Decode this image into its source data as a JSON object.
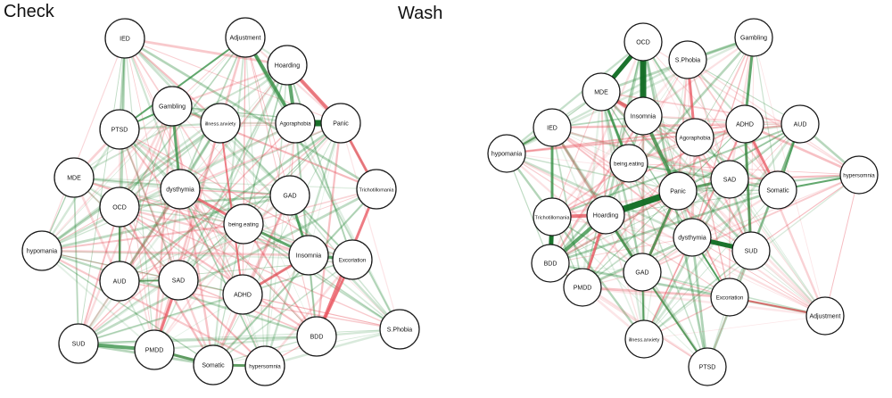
{
  "titles": {
    "check": "Check",
    "wash": "Wash"
  },
  "colors": {
    "positive": "#2e8b3e",
    "negative": "#e8505b",
    "node_fill": "#ffffff",
    "node_stroke": "#1a1a1a"
  },
  "networks": {
    "check": {
      "nodes": [
        "IED",
        "Adjustment",
        "Hoarding",
        "Gambling",
        "illness.anxiety",
        "Agoraphobia",
        "Panic",
        "PTSD",
        "MDE",
        "dysthymia",
        "Trichotillomania",
        "GAD",
        "OCD",
        "being.eating",
        "hypomania",
        "Insomnia",
        "Excoriation",
        "AUD",
        "SAD",
        "ADHD",
        "S.Phobia",
        "SUD",
        "PMDD",
        "BDD",
        "Somatic",
        "hypersomnia"
      ],
      "strong_edges": [
        {
          "a": "Agoraphobia",
          "b": "Panic",
          "sign": "pos",
          "w": 7
        },
        {
          "a": "Adjustment",
          "b": "Agoraphobia",
          "sign": "pos",
          "w": 4
        },
        {
          "a": "Hoarding",
          "b": "Agoraphobia",
          "sign": "pos",
          "w": 4
        },
        {
          "a": "Hoarding",
          "b": "Panic",
          "sign": "neg",
          "w": 4
        },
        {
          "a": "Panic",
          "b": "Trichotillomania",
          "sign": "neg",
          "w": 3
        },
        {
          "a": "Gambling",
          "b": "dysthymia",
          "sign": "pos",
          "w": 3
        },
        {
          "a": "PTSD",
          "b": "Gambling",
          "sign": "pos",
          "w": 2
        },
        {
          "a": "GAD",
          "b": "Insomnia",
          "sign": "pos",
          "w": 3
        },
        {
          "a": "being.eating",
          "b": "Insomnia",
          "sign": "pos",
          "w": 3
        },
        {
          "a": "SUD",
          "b": "PMDD",
          "sign": "pos",
          "w": 4
        },
        {
          "a": "PMDD",
          "b": "Somatic",
          "sign": "pos",
          "w": 3
        },
        {
          "a": "Somatic",
          "b": "hypersomnia",
          "sign": "pos",
          "w": 3
        },
        {
          "a": "ADHD",
          "b": "Insomnia",
          "sign": "neg",
          "w": 3
        },
        {
          "a": "Insomnia",
          "b": "Excoriation",
          "sign": "pos",
          "w": 3
        },
        {
          "a": "SAD",
          "b": "PMDD",
          "sign": "neg",
          "w": 3
        },
        {
          "a": "AUD",
          "b": "SAD",
          "sign": "pos",
          "w": 2
        },
        {
          "a": "Excoriation",
          "b": "BDD",
          "sign": "neg",
          "w": 3
        },
        {
          "a": "dysthymia",
          "b": "being.eating",
          "sign": "neg",
          "w": 3
        },
        {
          "a": "OCD",
          "b": "AUD",
          "sign": "pos",
          "w": 2
        },
        {
          "a": "Trichotillomania",
          "b": "BDD",
          "sign": "neg",
          "w": 3
        },
        {
          "a": "illness.anxiety",
          "b": "ADHD",
          "sign": "neg",
          "w": 2
        },
        {
          "a": "Adjustment",
          "b": "PTSD",
          "sign": "pos",
          "w": 2
        }
      ]
    },
    "wash": {
      "nodes": [
        "OCD",
        "S.Phobia",
        "Gambling",
        "MDE",
        "Insomnia",
        "IED",
        "ADHD",
        "AUD",
        "Agoraphobia",
        "hypomania",
        "being.eating",
        "SAD",
        "Somatic",
        "hypersomnia",
        "Panic",
        "Trichotillomania",
        "Hoarding",
        "dysthymia",
        "SUD",
        "BDD",
        "GAD",
        "PMDD",
        "Excoriation",
        "Adjustment",
        "illness.anxiety",
        "PTSD"
      ],
      "strong_edges": [
        {
          "a": "OCD",
          "b": "Insomnia",
          "sign": "pos",
          "w": 7
        },
        {
          "a": "OCD",
          "b": "MDE",
          "sign": "pos",
          "w": 5
        },
        {
          "a": "Hoarding",
          "b": "Panic",
          "sign": "pos",
          "w": 7
        },
        {
          "a": "Trichotillomania",
          "b": "BDD",
          "sign": "pos",
          "w": 5
        },
        {
          "a": "Hoarding",
          "b": "Trichotillomania",
          "sign": "neg",
          "w": 4
        },
        {
          "a": "SUD",
          "b": "dysthymia",
          "sign": "pos",
          "w": 5
        },
        {
          "a": "MDE",
          "b": "Insomnia",
          "sign": "neg",
          "w": 4
        },
        {
          "a": "Insomnia",
          "b": "Panic",
          "sign": "pos",
          "w": 4
        },
        {
          "a": "Hoarding",
          "b": "BDD",
          "sign": "pos",
          "w": 4
        },
        {
          "a": "IED",
          "b": "Trichotillomania",
          "sign": "pos",
          "w": 3
        },
        {
          "a": "Gambling",
          "b": "ADHD",
          "sign": "pos",
          "w": 3
        },
        {
          "a": "ADHD",
          "b": "SUD",
          "sign": "pos",
          "w": 3
        },
        {
          "a": "Panic",
          "b": "SAD",
          "sign": "pos",
          "w": 3
        },
        {
          "a": "ADHD",
          "b": "Somatic",
          "sign": "neg",
          "w": 3
        },
        {
          "a": "GAD",
          "b": "Hoarding",
          "sign": "pos",
          "w": 3
        },
        {
          "a": "Panic",
          "b": "GAD",
          "sign": "pos",
          "w": 3
        },
        {
          "a": "S.Phobia",
          "b": "Agoraphobia",
          "sign": "neg",
          "w": 3
        },
        {
          "a": "MDE",
          "b": "being.eating",
          "sign": "pos",
          "w": 3
        },
        {
          "a": "IED",
          "b": "hypomania",
          "sign": "pos",
          "w": 2
        },
        {
          "a": "Excoriation",
          "b": "Adjustment",
          "sign": "neg",
          "w": 2
        },
        {
          "a": "PMDD",
          "b": "Hoarding",
          "sign": "neg",
          "w": 3
        },
        {
          "a": "dysthymia",
          "b": "Excoriation",
          "sign": "pos",
          "w": 2
        },
        {
          "a": "AUD",
          "b": "Somatic",
          "sign": "pos",
          "w": 2
        },
        {
          "a": "Somatic",
          "b": "hypersomnia",
          "sign": "pos",
          "w": 2
        },
        {
          "a": "illness.anxiety",
          "b": "GAD",
          "sign": "pos",
          "w": 2
        },
        {
          "a": "PTSD",
          "b": "GAD",
          "sign": "pos",
          "w": 2
        }
      ]
    }
  }
}
